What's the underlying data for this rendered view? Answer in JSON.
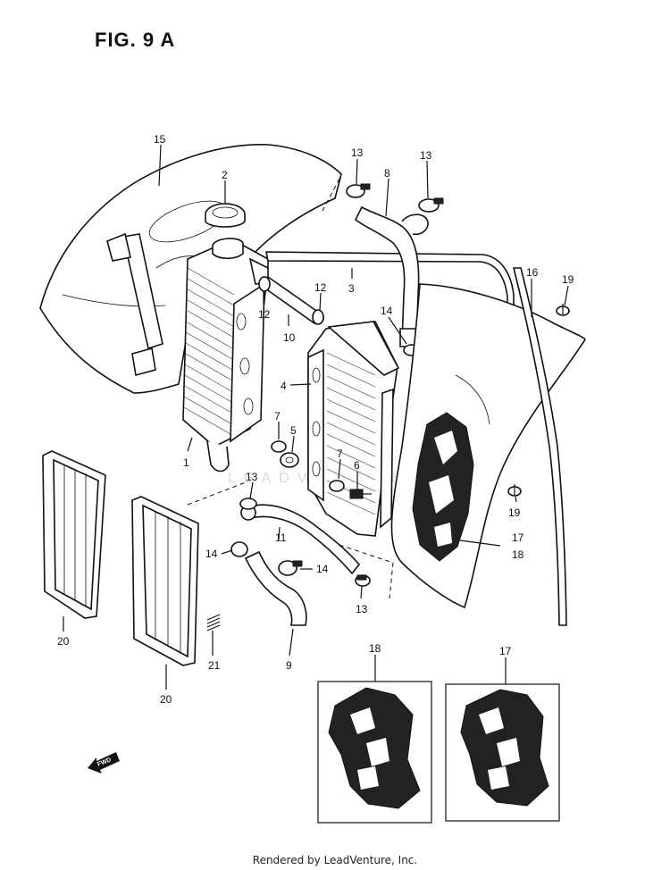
{
  "figure": {
    "title": "FIG. 9 A"
  },
  "watermark": {
    "text": "LEADVENTURE"
  },
  "footer": {
    "text": "Rendered by LeadVenture, Inc."
  },
  "fwd_arrow": {
    "label": "FWD"
  },
  "callouts": [
    {
      "id": "c15",
      "label": "15"
    },
    {
      "id": "c2",
      "label": "2"
    },
    {
      "id": "c13a",
      "label": "13"
    },
    {
      "id": "c8",
      "label": "8"
    },
    {
      "id": "c13b",
      "label": "13"
    },
    {
      "id": "c16",
      "label": "16"
    },
    {
      "id": "c19a",
      "label": "19"
    },
    {
      "id": "c3",
      "label": "3"
    },
    {
      "id": "c12a",
      "label": "12"
    },
    {
      "id": "c12b",
      "label": "12"
    },
    {
      "id": "c10",
      "label": "10"
    },
    {
      "id": "c14a",
      "label": "14"
    },
    {
      "id": "c4",
      "label": "4"
    },
    {
      "id": "c7a",
      "label": "7"
    },
    {
      "id": "c5",
      "label": "5"
    },
    {
      "id": "c7b",
      "label": "7"
    },
    {
      "id": "c6",
      "label": "6"
    },
    {
      "id": "c1",
      "label": "1"
    },
    {
      "id": "c13c",
      "label": "13"
    },
    {
      "id": "c11",
      "label": "11"
    },
    {
      "id": "c19b",
      "label": "19"
    },
    {
      "id": "c17a",
      "label": "17"
    },
    {
      "id": "c18a",
      "label": "18"
    },
    {
      "id": "c14b",
      "label": "14"
    },
    {
      "id": "c14c",
      "label": "14"
    },
    {
      "id": "c13d",
      "label": "13"
    },
    {
      "id": "c20a",
      "label": "20"
    },
    {
      "id": "c21",
      "label": "21"
    },
    {
      "id": "c9",
      "label": "9"
    },
    {
      "id": "c20b",
      "label": "20"
    },
    {
      "id": "c18b",
      "label": "18"
    },
    {
      "id": "c17b",
      "label": "17"
    }
  ]
}
